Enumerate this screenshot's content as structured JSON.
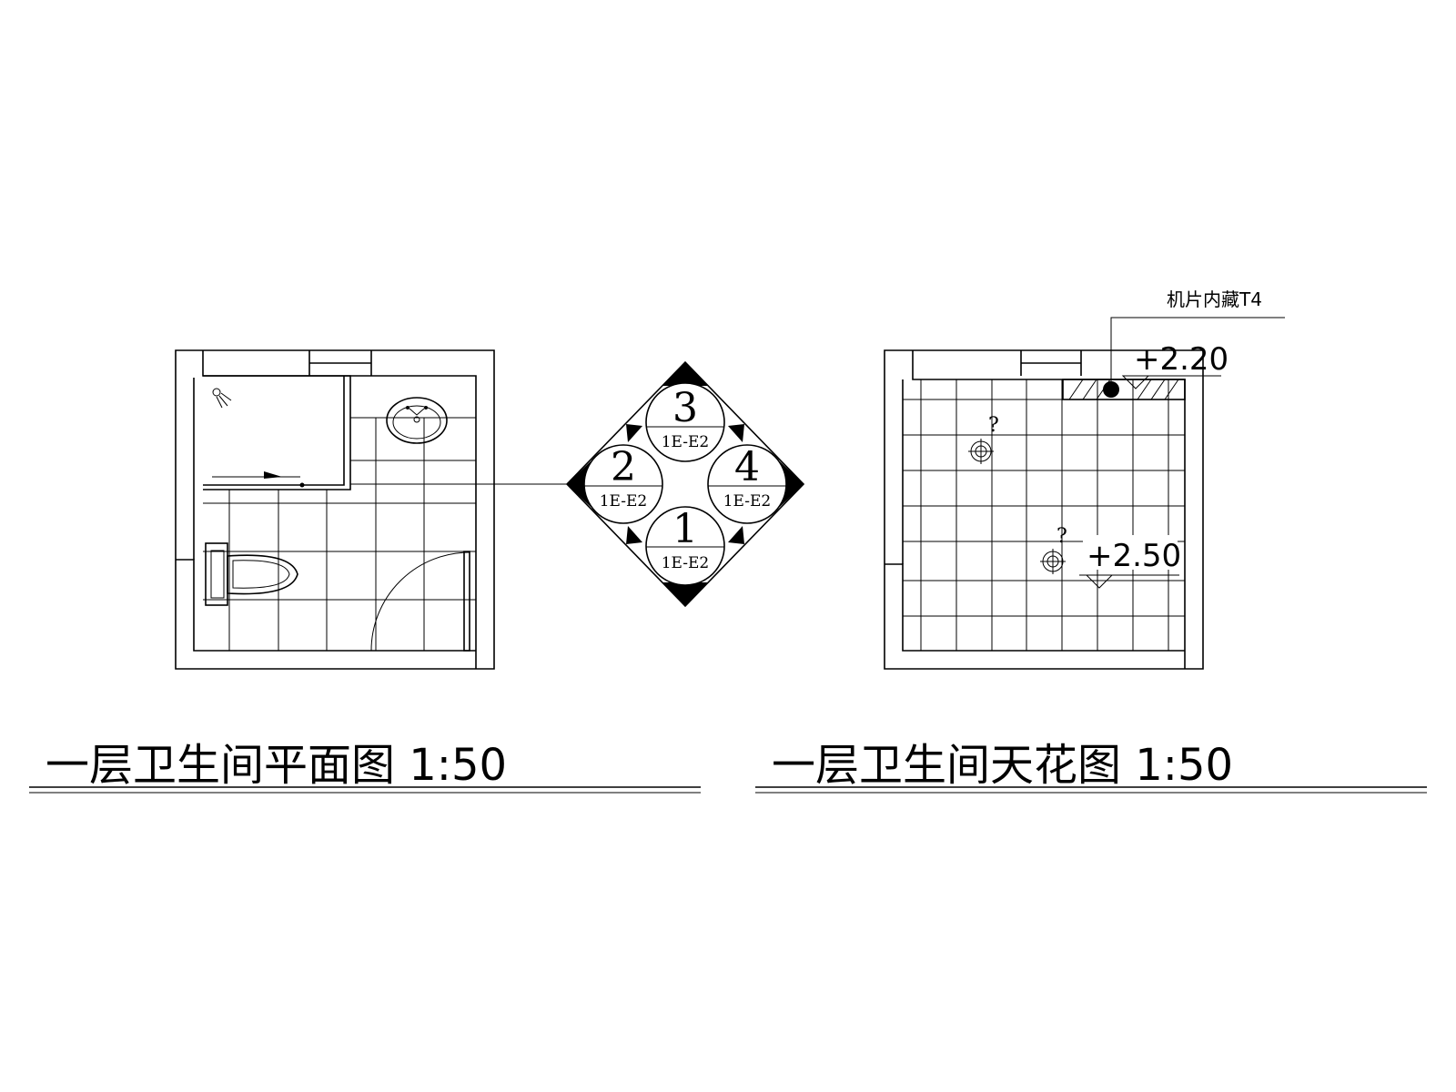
{
  "plan": {
    "title": "一层卫生间平面图 1:50"
  },
  "ceiling": {
    "title": "一层卫生间天花图 1:50",
    "light_note": "机片内藏T4",
    "level_upper": "+2.20",
    "level_lower": "+2.50",
    "lamp_mark_1": "?",
    "lamp_mark_2": "?"
  },
  "index_symbol": {
    "items": [
      {
        "number": "1",
        "sheet": "1E-E2"
      },
      {
        "number": "2",
        "sheet": "1E-E2"
      },
      {
        "number": "3",
        "sheet": "1E-E2"
      },
      {
        "number": "4",
        "sheet": "1E-E2"
      }
    ]
  },
  "colors": {
    "ink": "#000000",
    "paper": "#ffffff"
  }
}
